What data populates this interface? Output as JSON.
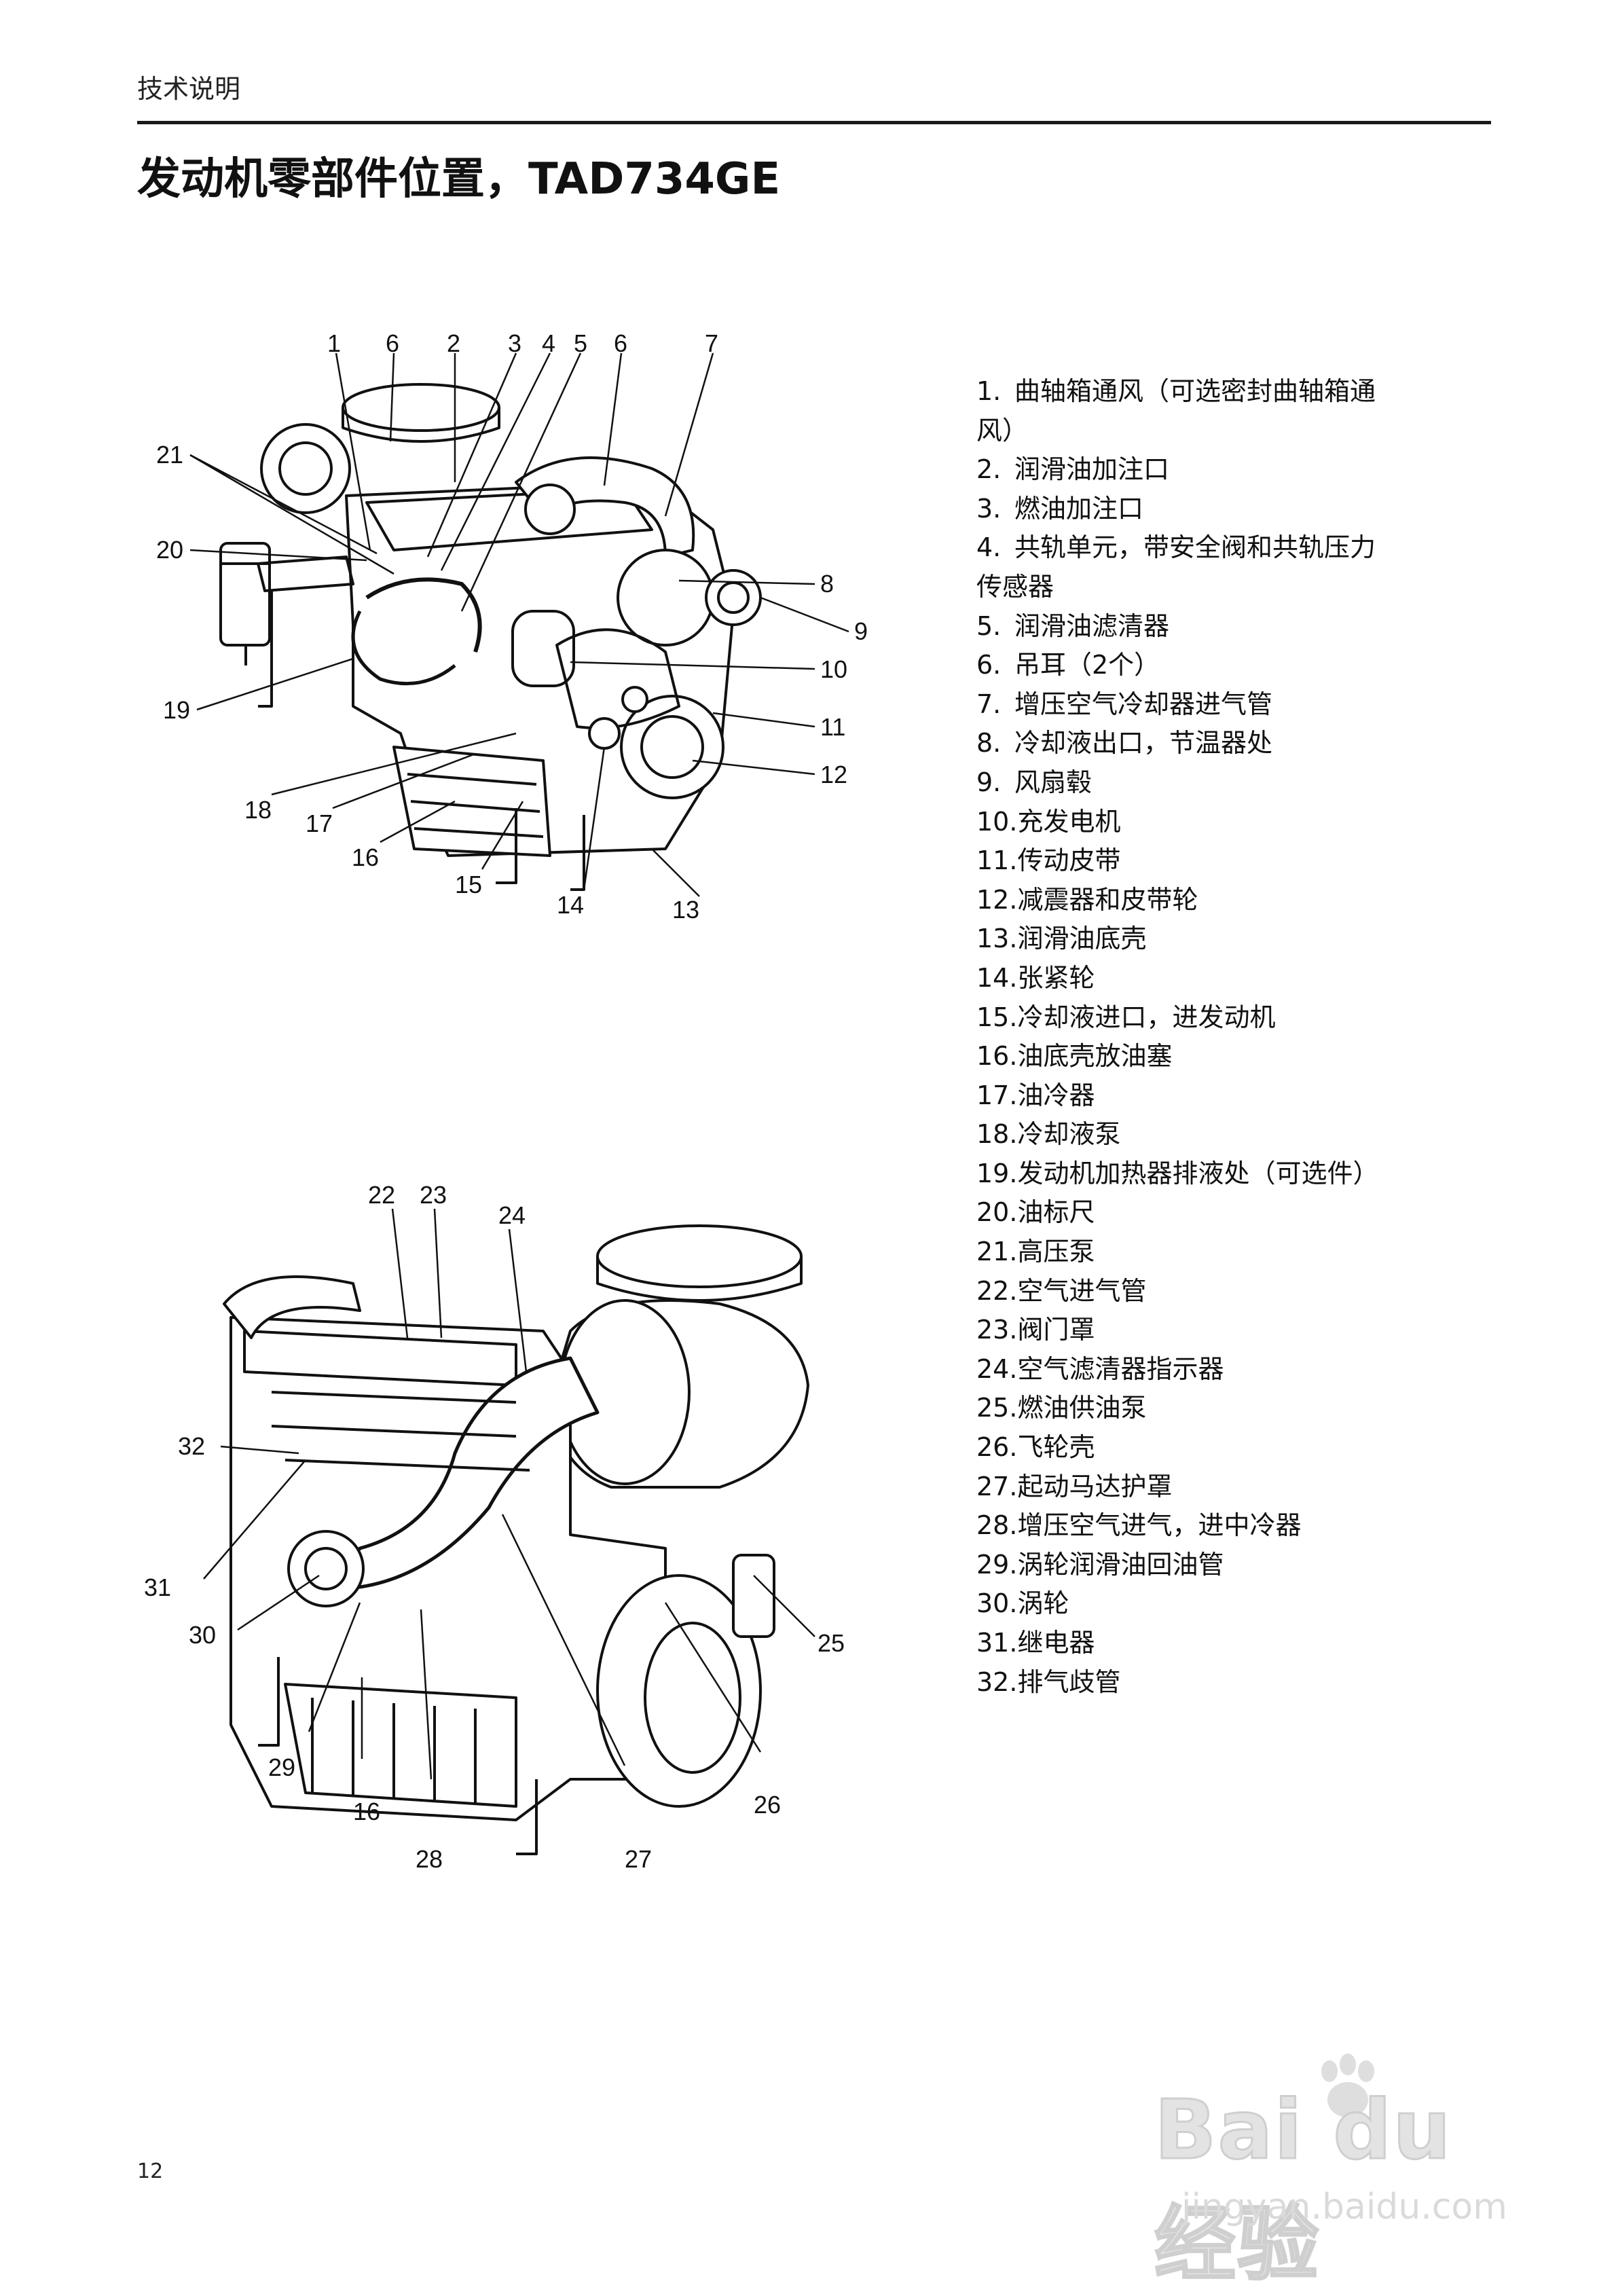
{
  "header": {
    "section_label": "技术说明",
    "title": "发动机零部件位置，TAD734GE"
  },
  "figure_top": {
    "callouts": [
      "1",
      "6",
      "2",
      "3",
      "4",
      "5",
      "6",
      "7",
      "21",
      "20",
      "8",
      "9",
      "10",
      "11",
      "19",
      "18",
      "17",
      "16",
      "15",
      "14",
      "13",
      "12"
    ]
  },
  "figure_bottom": {
    "callouts": [
      "22",
      "23",
      "24",
      "32",
      "31",
      "30",
      "25",
      "29",
      "16",
      "28",
      "27",
      "26"
    ]
  },
  "legend": [
    {
      "num": "1.",
      "text": "曲轴箱通风（可选密封曲轴箱通"
    },
    {
      "num": "",
      "text": "风）"
    },
    {
      "num": "2.",
      "text": "润滑油加注口"
    },
    {
      "num": "3.",
      "text": "燃油加注口"
    },
    {
      "num": "4.",
      "text": "共轨单元，带安全阀和共轨压力"
    },
    {
      "num": "",
      "text": "传感器"
    },
    {
      "num": "5.",
      "text": "润滑油滤清器"
    },
    {
      "num": "6.",
      "text": "吊耳（2个）"
    },
    {
      "num": "7.",
      "text": "增压空气冷却器进气管"
    },
    {
      "num": "8.",
      "text": "冷却液出口，节温器处"
    },
    {
      "num": "9.",
      "text": "风扇毂"
    },
    {
      "num": "10.",
      "text": "充发电机"
    },
    {
      "num": "11.",
      "text": "传动皮带"
    },
    {
      "num": "12.",
      "text": "减震器和皮带轮"
    },
    {
      "num": "13.",
      "text": "润滑油底壳"
    },
    {
      "num": "14.",
      "text": "张紧轮"
    },
    {
      "num": "15.",
      "text": "冷却液进口，进发动机"
    },
    {
      "num": "16.",
      "text": "油底壳放油塞"
    },
    {
      "num": "17.",
      "text": "油冷器"
    },
    {
      "num": "18.",
      "text": "冷却液泵"
    },
    {
      "num": "19.",
      "text": "发动机加热器排液处（可选件）"
    },
    {
      "num": "20.",
      "text": "油标尺"
    },
    {
      "num": "21.",
      "text": "高压泵"
    },
    {
      "num": "22.",
      "text": "空气进气管"
    },
    {
      "num": "23.",
      "text": "阀门罩"
    },
    {
      "num": "24.",
      "text": "空气滤清器指示器"
    },
    {
      "num": "25.",
      "text": "燃油供油泵"
    },
    {
      "num": "26.",
      "text": "飞轮壳"
    },
    {
      "num": "27.",
      "text": "起动马达护罩"
    },
    {
      "num": "28.",
      "text": "增压空气进气，进中冷器"
    },
    {
      "num": "29.",
      "text": "涡轮润滑油回油管"
    },
    {
      "num": "30.",
      "text": "涡轮"
    },
    {
      "num": "31.",
      "text": "继电器"
    },
    {
      "num": "32.",
      "text": "排气歧管"
    }
  ],
  "footer": {
    "page_number": "12"
  },
  "watermark": {
    "brand": "Bai du 经验",
    "url": "jingyan.baidu.com"
  }
}
